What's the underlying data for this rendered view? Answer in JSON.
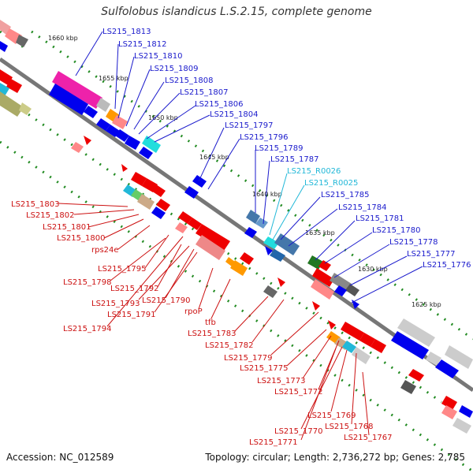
{
  "title": "Sulfolobus islandicus L.S.2.15, complete genome",
  "footer": {
    "accession": "Accession: NC_012589",
    "summary": "Topology: circular; Length: 2,736,272 bp; Genes: 2,785"
  },
  "scale_labels": [
    "1660 kbp",
    "1655 kbp",
    "1650 kbp",
    "1645 kbp",
    "1640 kbp",
    "1635 kbp",
    "1630 kbp",
    "1625 kbp"
  ],
  "top_labels": [
    "LS215_1813",
    "LS215_1812",
    "LS215_1810",
    "LS215_1809",
    "LS215_1808",
    "LS215_1807",
    "LS215_1806",
    "LS215_1804",
    "LS215_1797",
    "LS215_1796",
    "LS215_1789",
    "LS215_1787",
    "LS215_R0026",
    "LS215_R0025",
    "LS215_1785",
    "LS215_1784",
    "LS215_1781",
    "LS215_1780",
    "LS215_1778",
    "LS215_1777",
    "LS215_1776"
  ],
  "bottom_labels": [
    "LS215_1803",
    "LS215_1802",
    "LS215_1801",
    "LS215_1800",
    "rps24e",
    "LS215_1795",
    "LS215_1798",
    "LS215_1792",
    "LS215_1793",
    "LS215_1790",
    "LS215_1791",
    "rpoP",
    "LS215_1794",
    "tfb",
    "LS215_1783",
    "LS215_1782",
    "LS215_1779",
    "LS215_1775",
    "LS215_1773",
    "LS215_1772",
    "LS215_1769",
    "LS215_1770",
    "LS215_1768",
    "LS215_1767",
    "LS215_1771"
  ],
  "colors": {
    "backbone": "#777777",
    "forward_cds": "#0000ee",
    "reverse_cds": "#ee0000",
    "rna": "#22b8d8",
    "scale_dots": "#228b22"
  }
}
